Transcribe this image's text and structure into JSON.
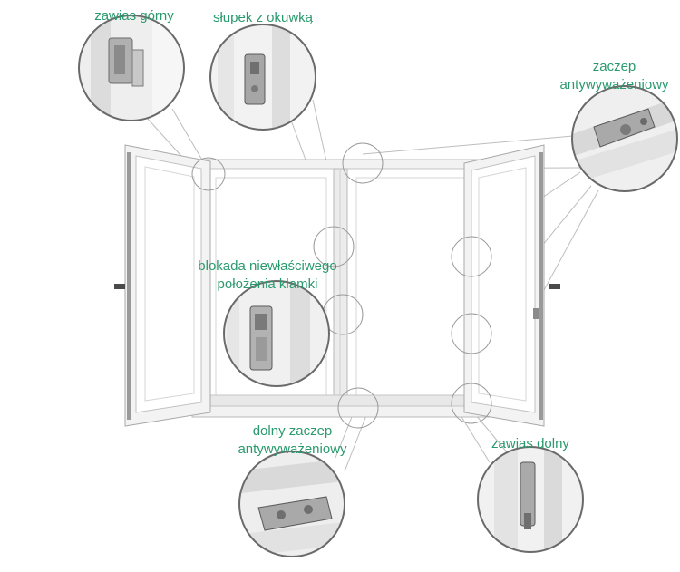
{
  "theme": {
    "label_color": "#2a9a6e",
    "frame_color": "#f2f2f2",
    "frame_edge": "#b9b9b9",
    "glass_color": "#ffffff",
    "leader_color": "#bdbdbd",
    "callout_bg": "#eeeeee",
    "callout_edge": "#6a6a6a",
    "hardware_color": "#8a8a8a"
  },
  "labels": {
    "top_hinge": "zawias górny",
    "mullion": "słupek z okuwką",
    "anti_lift_top_line1": "zaczep",
    "anti_lift_top_line2": "antywyważeniowy",
    "handle_block_line1": "blokada niewłaściwego",
    "handle_block_line2": "położenia klamki",
    "bottom_anti_lift_line1": "dolny zaczep",
    "bottom_anti_lift_line2": "antywyważeniowy",
    "bottom_hinge": "zawias dolny"
  },
  "icons": {
    "top_hinge_detail": "hinge-icon",
    "mullion_detail": "mullion-hardware-icon",
    "anti_lift_top_detail": "anti-lift-keeper-icon",
    "handle_block_detail": "handle-lock-icon",
    "bottom_anti_lift_detail": "anti-lift-keeper-icon",
    "bottom_hinge_detail": "hinge-icon"
  }
}
